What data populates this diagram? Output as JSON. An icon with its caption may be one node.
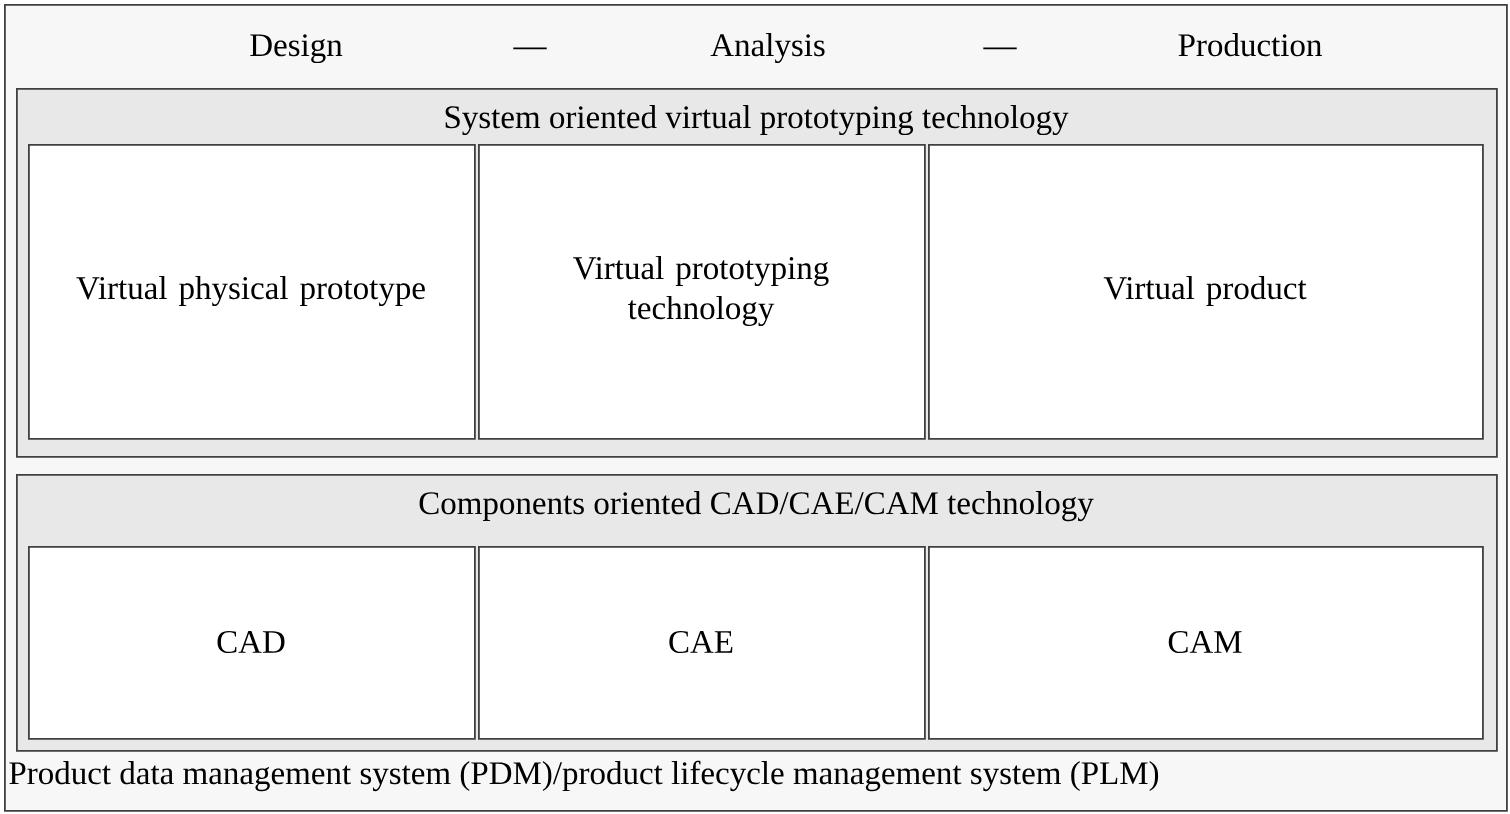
{
  "diagram": {
    "nodes": [
      {
        "text": [
          "Product data management system (PDM)/product lifecycle management system (PLM)"
        ]
      },
      {
        "text": [
          "System oriented virtual prototyping technology"
        ],
        "in": 0
      },
      {
        "text": [
          "Virtual physical prototype"
        ],
        "in": 1
      },
      {
        "text": [
          "Virtual prototyping technology"
        ],
        "in": 1
      },
      {
        "text": [
          "Virtual product"
        ],
        "in": 1
      },
      {
        "text": [
          "Components oriented CAD/CAE/CAM technology"
        ],
        "in": 0
      },
      {
        "text": [
          "CAD"
        ],
        "in": 5
      },
      {
        "text": [
          "CAE"
        ],
        "in": 5
      },
      {
        "text": [
          "CAM"
        ],
        "in": 5
      }
    ],
    "labels": [
      "Design",
      "—",
      "Analysis",
      "—",
      "Production"
    ]
  }
}
